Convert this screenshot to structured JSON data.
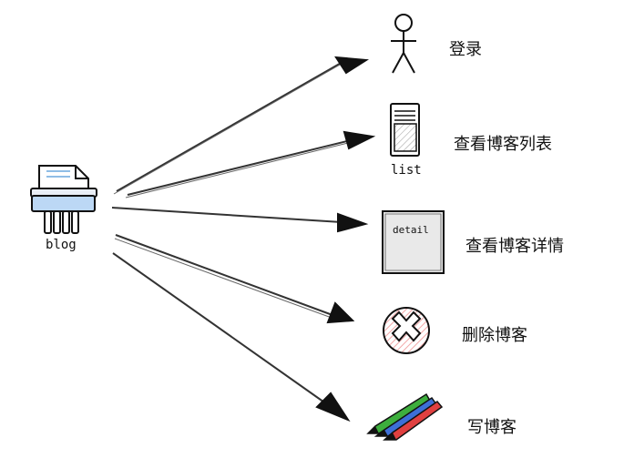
{
  "diagram": {
    "source": {
      "icon": "shredder-icon",
      "label": "blog"
    },
    "nodes": [
      {
        "id": "login",
        "label": "登录",
        "icon": "stick-figure-icon"
      },
      {
        "id": "list",
        "label": "查看博客列表",
        "icon": "list-document-icon",
        "icon_text": "list"
      },
      {
        "id": "detail",
        "label": "查看博客详情",
        "icon": "detail-card-icon",
        "icon_text": "detail"
      },
      {
        "id": "delete",
        "label": "删除博客",
        "icon": "delete-cross-icon"
      },
      {
        "id": "write",
        "label": "写博客",
        "icon": "pencils-icon"
      }
    ],
    "colors": {
      "stroke": "#111111",
      "doc_blue": "#bcd8f5",
      "delete_red": "#f0a0a0",
      "pencil_green": "#3dae3d",
      "pencil_blue": "#3d6fd6",
      "pencil_red": "#e04040"
    }
  }
}
